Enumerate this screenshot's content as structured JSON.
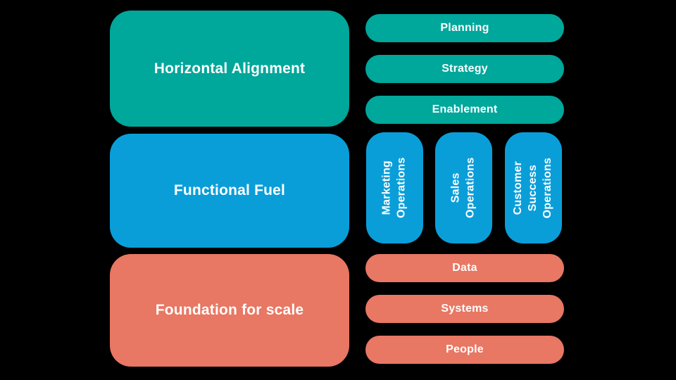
{
  "background": "#000000",
  "palette": {
    "teal": "#00A79B",
    "blue": "#0A9ED9",
    "coral": "#E87763",
    "label_text": "#FFFFFF"
  },
  "rows": [
    {
      "hero": {
        "label": "Horizontal Alignment"
      },
      "items": [
        {
          "label": "Planning"
        },
        {
          "label": "Strategy"
        },
        {
          "label": "Enablement"
        }
      ]
    },
    {
      "hero": {
        "label": "Functional Fuel"
      },
      "items": [
        {
          "label": "Marketing\nOperations"
        },
        {
          "label": "Sales\nOperations"
        },
        {
          "label": "Customer\nSuccess\nOperations"
        }
      ]
    },
    {
      "hero": {
        "label": "Foundation for scale"
      },
      "items": [
        {
          "label": "Data"
        },
        {
          "label": "Systems"
        },
        {
          "label": "People"
        }
      ]
    }
  ]
}
